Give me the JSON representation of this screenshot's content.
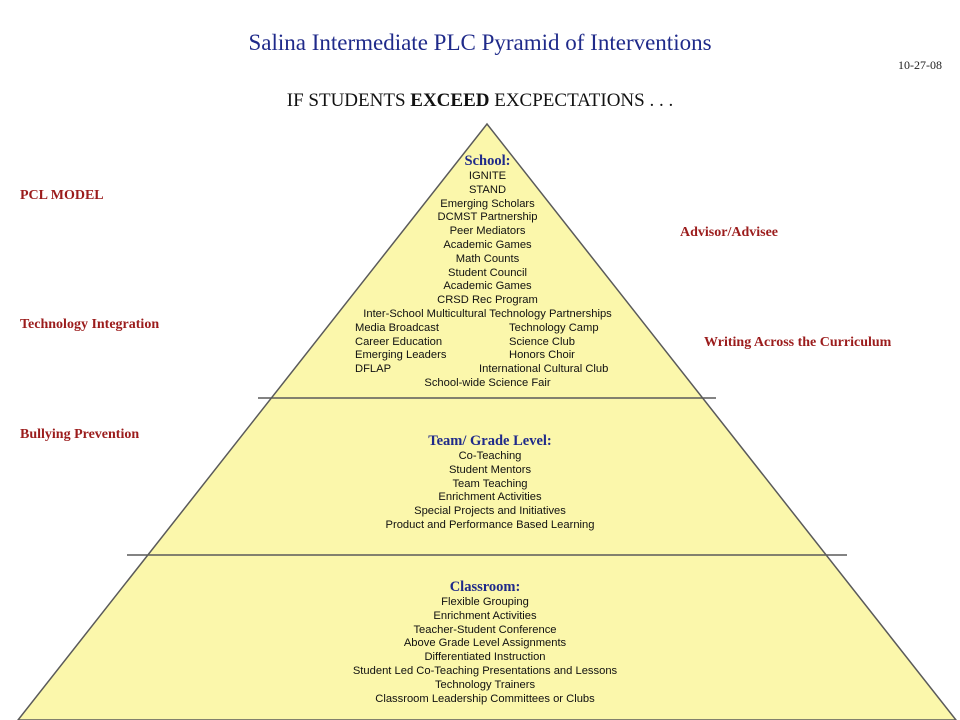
{
  "header": {
    "title": "Salina Intermediate PLC Pyramid of Interventions",
    "date": "10-27-08",
    "subtitle_pre": "IF STUDENTS ",
    "subtitle_bold": "EXCEED",
    "subtitle_post": " EXCPECTATIONS . . ."
  },
  "side_labels": {
    "left": [
      "PCL MODEL",
      "Technology Integration",
      "Bullying Prevention"
    ],
    "right": [
      "Advisor/Advisee",
      "Writing Across the Curriculum"
    ]
  },
  "colors": {
    "pyramid_fill": "#fbf7ab",
    "pyramid_stroke": "#5a5a5a",
    "tier_title": "#1f2a8a",
    "side_label": "#9b1c1c"
  },
  "tiers": {
    "school": {
      "title": "School:",
      "items": [
        "IGNITE",
        "STAND",
        "Emerging Scholars",
        "DCMST Partnership",
        "Peer Mediators",
        "Academic Games",
        "Math Counts",
        "Student Council",
        "Academic Games",
        "CRSD Rec Program",
        "Inter-School Multicultural Technology Partnerships"
      ],
      "pairs": [
        [
          "Media Broadcast",
          "Technology Camp"
        ],
        [
          "Career Education",
          "Science Club"
        ],
        [
          "Emerging Leaders",
          "Honors Choir"
        ],
        [
          "DFLAP",
          "International Cultural Club"
        ]
      ],
      "last": "School-wide Science Fair"
    },
    "team": {
      "title": "Team/ Grade Level:",
      "items": [
        "Co-Teaching",
        "Student Mentors",
        "Team Teaching",
        "Enrichment Activities",
        "Special Projects and Initiatives",
        "Product and Performance Based Learning"
      ]
    },
    "classroom": {
      "title": "Classroom:",
      "items": [
        "Flexible Grouping",
        "Enrichment Activities",
        "Teacher-Student Conference",
        "Above Grade Level Assignments",
        "Differentiated Instruction",
        "Student Led Co-Teaching Presentations and Lessons",
        "Technology Trainers",
        "Classroom Leadership Committees or Clubs"
      ]
    }
  }
}
